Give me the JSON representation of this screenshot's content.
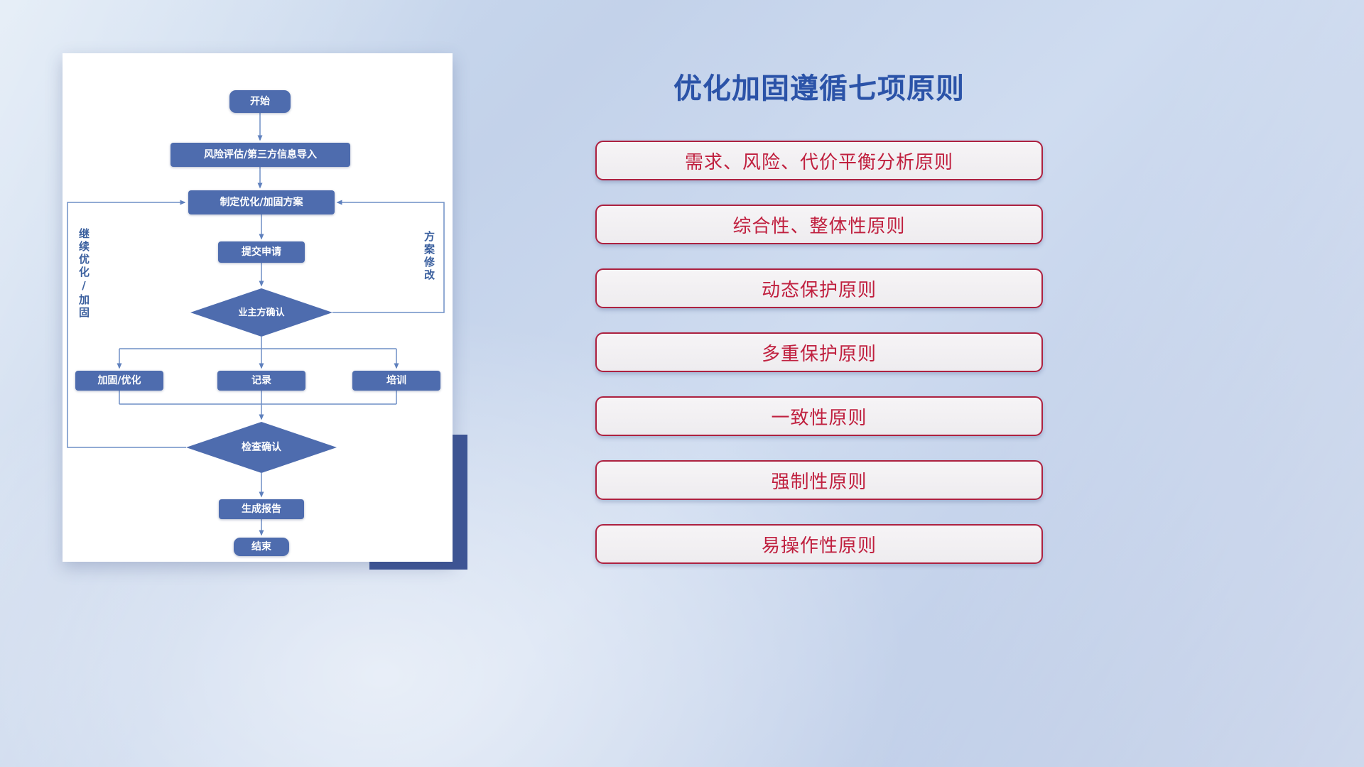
{
  "slide": {
    "flowchart": {
      "nodes": {
        "start": "开始",
        "risk_import": "风险评估/第三方信息导入",
        "make_plan": "制定优化/加固方案",
        "submit": "提交申请",
        "owner_confirm": "业主方确认",
        "harden": "加固/优化",
        "record": "记录",
        "training": "培训",
        "check_confirm": "检查确认",
        "report": "生成报告",
        "end": "结束"
      },
      "loop_labels": {
        "continue_optimize": "继续优化/加固",
        "plan_modify": "方案修改"
      },
      "colors": {
        "node_fill": "#4e6cae",
        "node_text": "#ffffff",
        "connector": "#6f8fc6",
        "shadow_block": "#3e5595"
      }
    },
    "panel": {
      "title": "优化加固遵循七项原则",
      "title_color": "#2b53a8",
      "accent": "#b2243d",
      "principles": [
        "需求、风险、代价平衡分析原则",
        "综合性、整体性原则",
        "动态保护原则",
        "多重保护原则",
        "一致性原则",
        "强制性原则",
        "易操作性原则"
      ]
    }
  }
}
